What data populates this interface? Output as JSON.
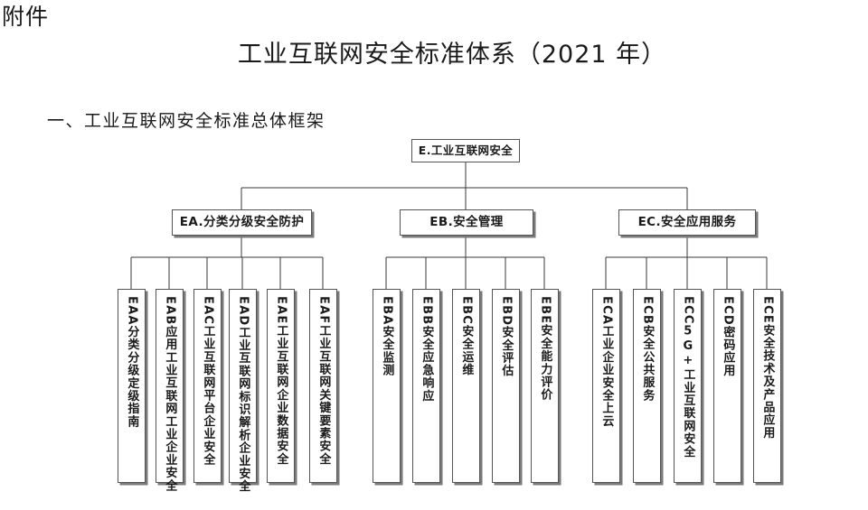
{
  "document": {
    "attachment_label": "附件",
    "title": "工业互联网安全标准体系（2021 年）",
    "section_heading": "一、工业互联网安全标准总体框架"
  },
  "diagram": {
    "type": "tree",
    "root": {
      "code": "E.",
      "name": "工业互联网安全",
      "label": "E.工业互联网安全"
    },
    "branches": [
      {
        "code": "EA.",
        "name": "分类分级安全防护",
        "label": "EA.分类分级安全防护",
        "leaves": [
          {
            "code": "EAA",
            "name": "分类分级定级指南"
          },
          {
            "code": "EAB",
            "name": "应用工业互联网工业企业安全"
          },
          {
            "code": "EAC",
            "name": "工业互联网平台企业安全"
          },
          {
            "code": "EAD",
            "name": "工业互联网标识解析企业安全"
          },
          {
            "code": "EAE",
            "name": "工业互联网企业数据安全"
          },
          {
            "code": "EAF",
            "name": "工业互联网关键要素安全"
          }
        ]
      },
      {
        "code": "EB.",
        "name": "安全管理",
        "label": "EB.安全管理",
        "leaves": [
          {
            "code": "EBA",
            "name": "安全监测"
          },
          {
            "code": "EBB",
            "name": "安全应急响应"
          },
          {
            "code": "EBC",
            "name": "安全运维"
          },
          {
            "code": "EBD",
            "name": "安全评估"
          },
          {
            "code": "EBE",
            "name": "安全能力评价"
          }
        ]
      },
      {
        "code": "EC.",
        "name": "安全应用服务",
        "label": "EC.安全应用服务",
        "leaves": [
          {
            "code": "ECA",
            "name": "工业企业安全上云"
          },
          {
            "code": "ECB",
            "name": "安全公共服务"
          },
          {
            "code": "ECC",
            "name": "5G+工业互联网安全"
          },
          {
            "code": "ECD",
            "name": "密码应用"
          },
          {
            "code": "ECE",
            "name": "安全技术及产品应用"
          }
        ]
      }
    ]
  },
  "colors": {
    "page_background": "#ffffff",
    "text": "#1a1a1a",
    "box_border": "#555555",
    "box_shadow": "#7a7a7a",
    "connector": "#3a3a3a"
  }
}
